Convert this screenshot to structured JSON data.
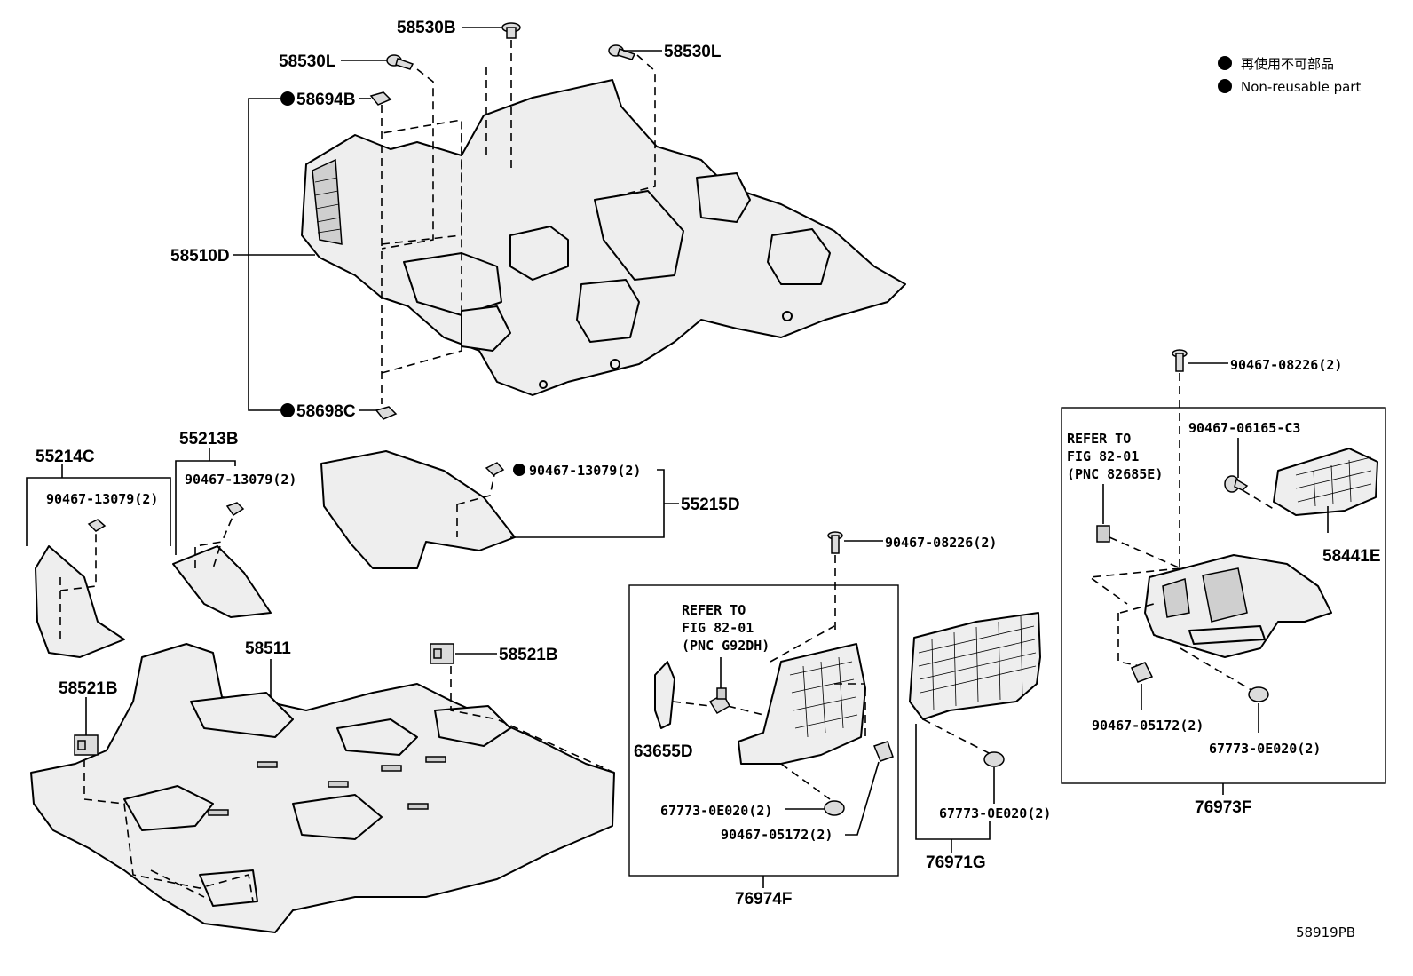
{
  "legend": {
    "bullet_color": "#000000",
    "line1": "再使用不可部品",
    "line2": "Non-reusable part"
  },
  "diagram_code": "58919PB",
  "parts": {
    "p58530B": "58530B",
    "p58530L_a": "58530L",
    "p58530L_b": "58530L",
    "p58694B": "58694B",
    "p58510D": "58510D",
    "p58698C": "58698C",
    "p55214C": "55214C",
    "p55213B": "55213B",
    "p90467_13079_a": "90467-13079(2)",
    "p90467_13079_b": "90467-13079(2)",
    "p90467_13079_c": "90467-13079(2)",
    "p55215D": "55215D",
    "p58511": "58511",
    "p58521B_a": "58521B",
    "p58521B_b": "58521B",
    "p90467_08226_a": "90467-08226(2)",
    "p90467_08226_b": "90467-08226(2)",
    "p63655D": "63655D",
    "p67773_0E020_a": "67773-0E020(2)",
    "p67773_0E020_b": "67773-0E020(2)",
    "p67773_0E020_c": "67773-0E020(2)",
    "p90467_05172_a": "90467-05172(2)",
    "p90467_05172_b": "90467-05172(2)",
    "p76974F": "76974F",
    "p76971G": "76971G",
    "p90467_06165_C3": "90467-06165-C3",
    "p58441E": "58441E",
    "p76973F": "76973F"
  },
  "refer_left": {
    "line1": "REFER TO",
    "line2": "FIG 82-01",
    "line3": "(PNC G92DH)"
  },
  "refer_right": {
    "line1": "REFER TO",
    "line2": "FIG 82-01",
    "line3": "(PNC 82685E)"
  }
}
